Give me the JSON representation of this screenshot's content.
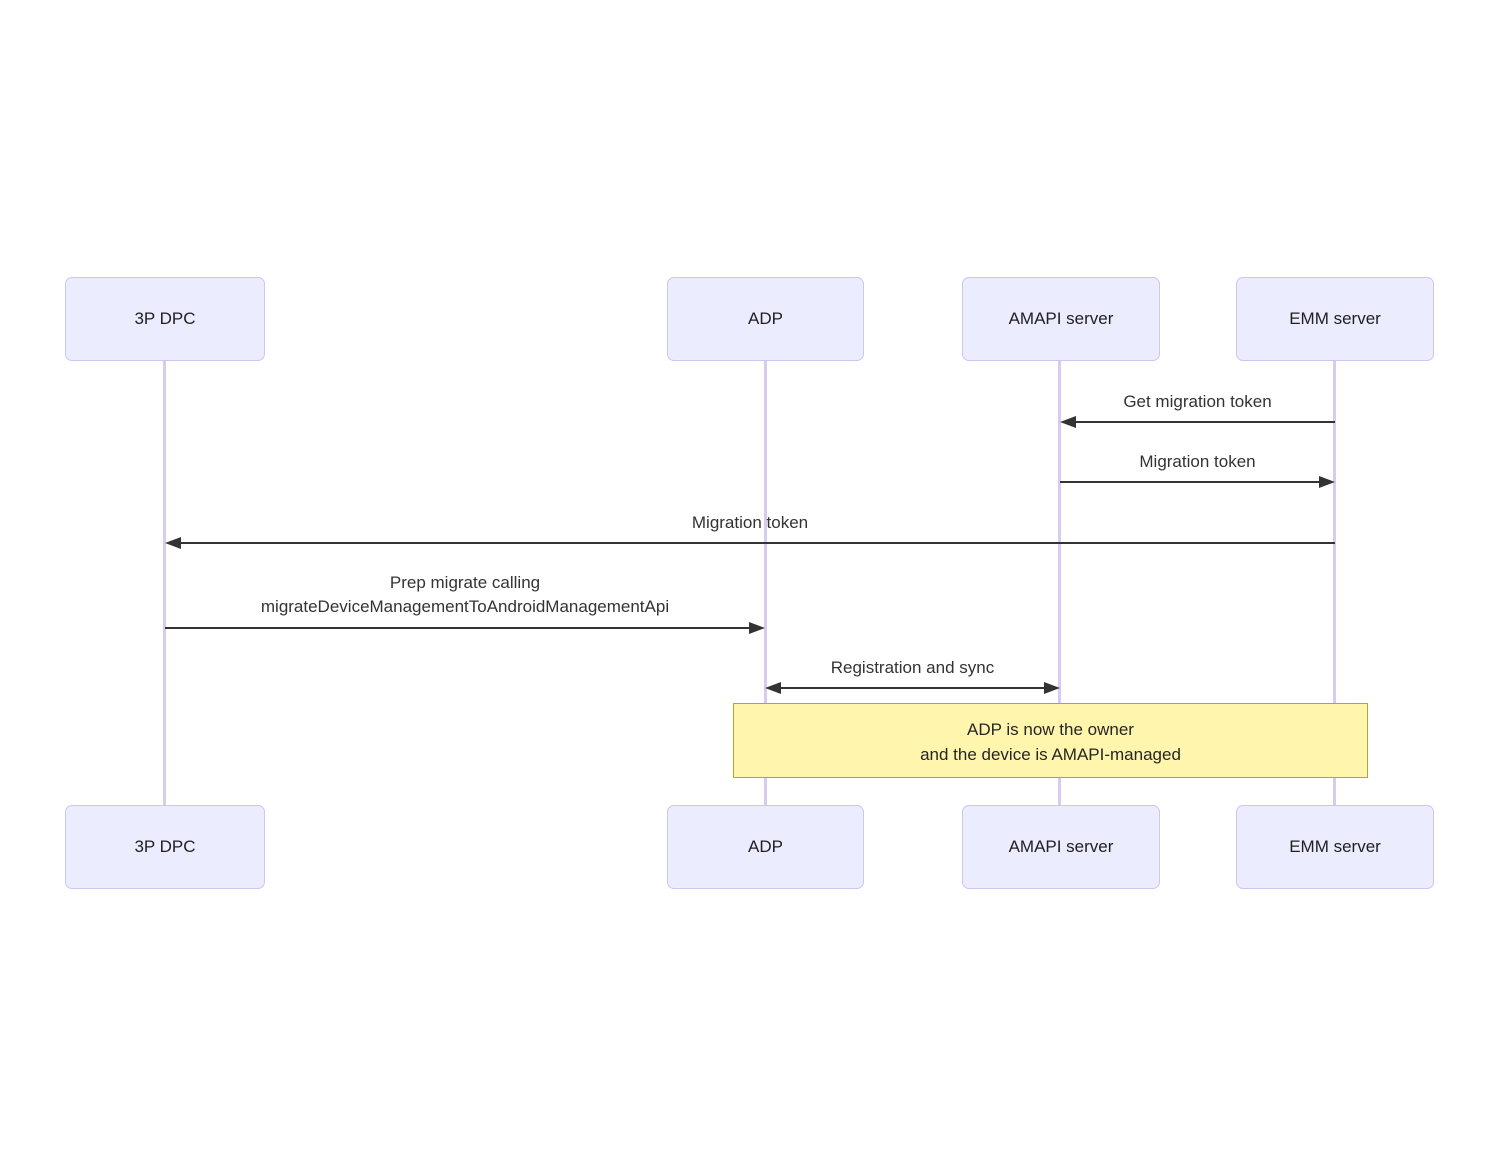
{
  "diagram": {
    "type": "sequence",
    "actors": [
      {
        "id": "3p-dpc",
        "label": "3P DPC"
      },
      {
        "id": "adp",
        "label": "ADP"
      },
      {
        "id": "amapi-server",
        "label": "AMAPI server"
      },
      {
        "id": "emm-server",
        "label": "EMM server"
      }
    ],
    "messages": [
      {
        "from": "emm-server",
        "to": "amapi-server",
        "label": "Get migration token",
        "arrow": "left"
      },
      {
        "from": "amapi-server",
        "to": "emm-server",
        "label": "Migration token",
        "arrow": "right"
      },
      {
        "from": "emm-server",
        "to": "3p-dpc",
        "label": "Migration token",
        "arrow": "left"
      },
      {
        "from": "3p-dpc",
        "to": "adp",
        "label_line1": "Prep migrate calling",
        "label_line2": "migrateDeviceManagementToAndroidManagementApi",
        "arrow": "right"
      },
      {
        "from": "adp",
        "to": "amapi-server",
        "label": "Registration and sync",
        "arrow": "both"
      }
    ],
    "note": {
      "spans": [
        "adp",
        "emm-server"
      ],
      "line1": "ADP is now the owner",
      "line2": "and the device is AMAPI-managed"
    },
    "colors": {
      "actor_fill": "#ececff",
      "actor_border": "#cdc6f1",
      "lifeline": "#d6ccee",
      "note_fill": "#fff5ad",
      "note_border": "#aaaa33",
      "message_line": "#333333",
      "text": "#333333"
    }
  }
}
